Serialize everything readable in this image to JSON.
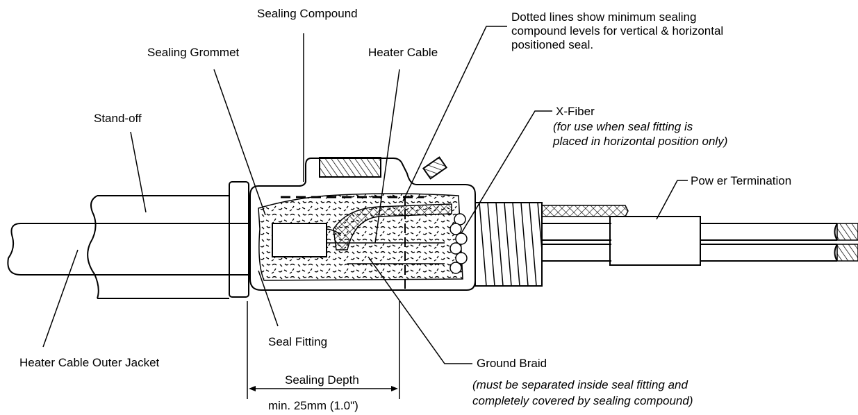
{
  "labels": {
    "sealing_compound": "Sealing Compound",
    "dotted_note_1": "Dotted lines show  minimum sealing",
    "dotted_note_2": "compound levels for vertical & horizontal",
    "dotted_note_3": "positioned seal.",
    "sealing_grommet": "Sealing Grommet",
    "heater_cable": "Heater Cable",
    "stand_off": "Stand-off",
    "x_fiber": "X-Fiber",
    "x_fiber_note_1": "(for use when seal fitting is",
    "x_fiber_note_2": "placed in horizontal position only)",
    "power_termination": "Pow er Termination",
    "seal_fitting": "Seal Fitting",
    "heater_cable_outer_jacket": "Heater Cable Outer Jacket",
    "ground_braid": "Ground Braid",
    "ground_braid_note_1": "(must be separated inside seal fitting and",
    "ground_braid_note_2": "completely covered by sealing compound)",
    "sealing_depth": "Sealing Depth",
    "min_depth": "min. 25mm (1.0\")"
  }
}
